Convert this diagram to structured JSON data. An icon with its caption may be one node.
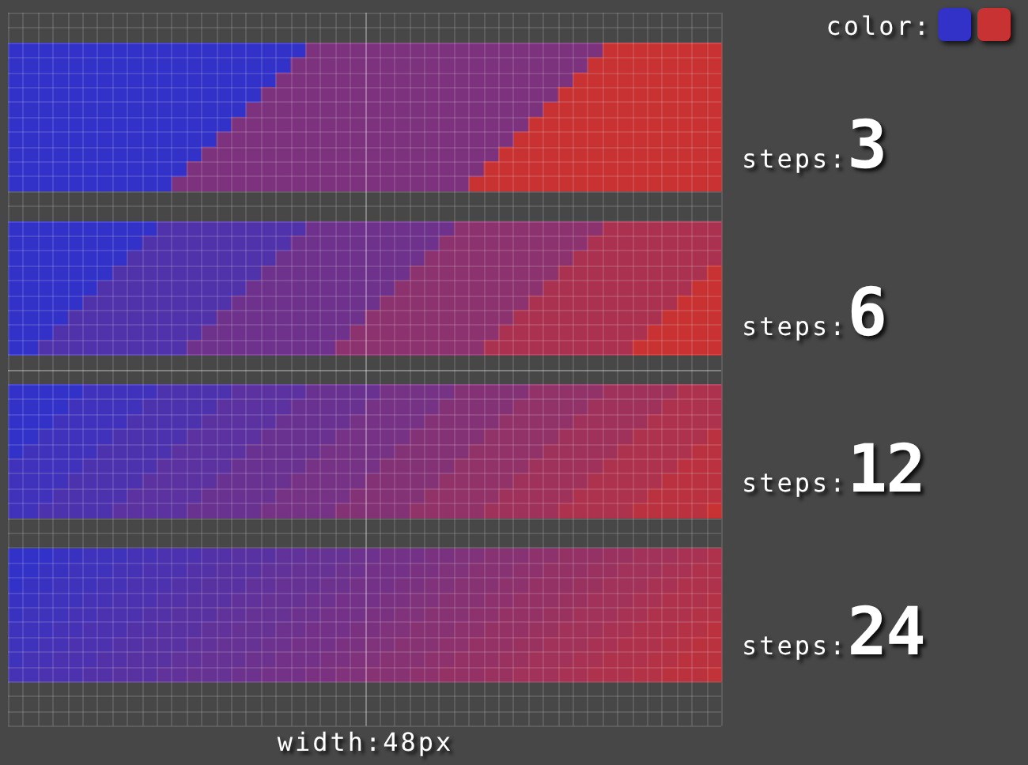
{
  "diagram": {
    "labels": [
      "color:",
      "steps:**3**",
      "steps:**6**",
      "steps:**12**",
      "steps:**24**",
      "width:48px"
    ]
  }
}
